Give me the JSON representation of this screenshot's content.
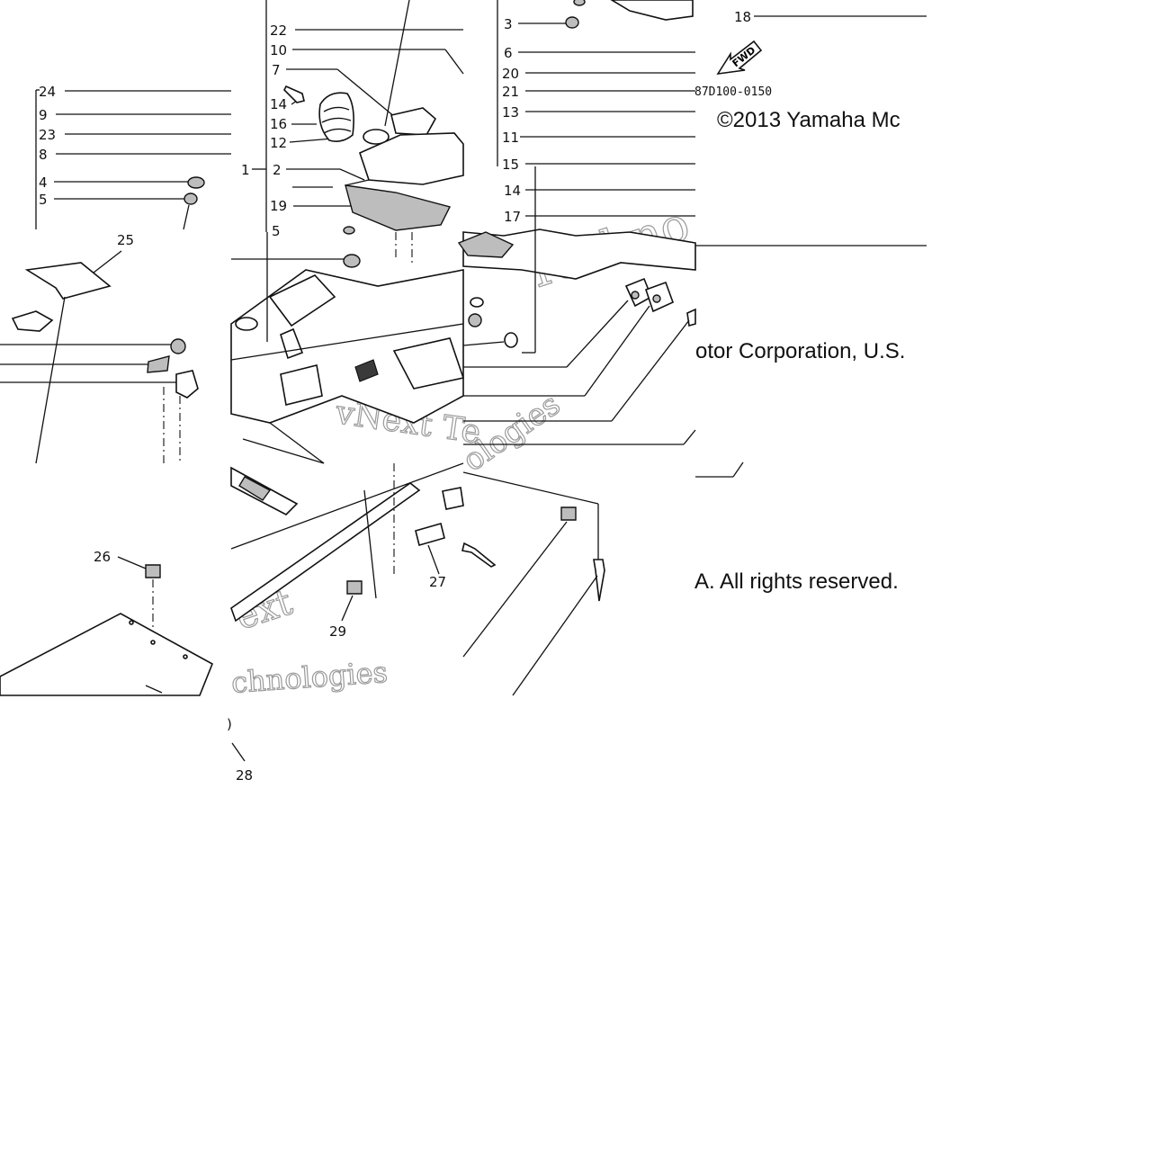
{
  "diagram": {
    "callouts": {
      "c1": "1",
      "c2": "2",
      "c3": "3",
      "c4": "4",
      "c5a": "5",
      "c5b": "5",
      "c6": "6",
      "c7": "7",
      "c8": "8",
      "c9": "9",
      "c10": "10",
      "c11": "11",
      "c12": "12",
      "c13": "13",
      "c14a": "14",
      "c14b": "14",
      "c15": "15",
      "c16": "16",
      "c17": "17",
      "c18": "18",
      "c19": "19",
      "c20": "20",
      "c21": "21",
      "c22": "22",
      "c23": "23",
      "c24": "24",
      "c25": "25",
      "c26": "26",
      "c27": "27",
      "c28": "28",
      "c29": "29"
    },
    "fwd_arrow_label": "FWD",
    "drawing_code": "87D100-0150",
    "copyright_part1": "©2013 Yamaha Mc",
    "copyright_part2": "otor Corporation, U.S.",
    "copyright_part3": "A. All rights reserved.",
    "watermark_words": [
      "Techno",
      "vNext Te",
      "chnologies",
      "ologies",
      "ext"
    ]
  }
}
